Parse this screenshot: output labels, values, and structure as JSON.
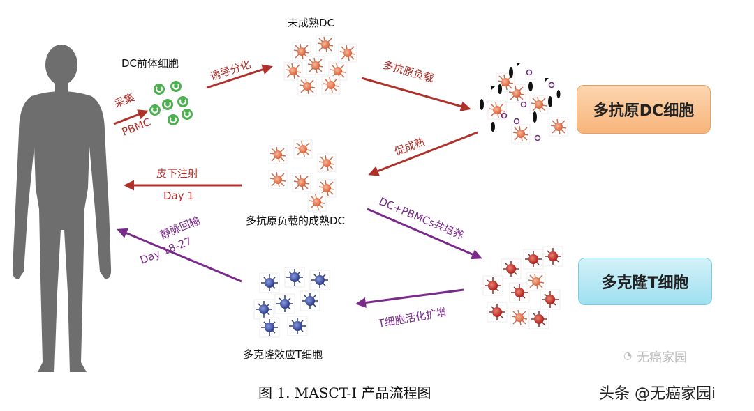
{
  "labels": {
    "dc_precursor": "DC前体细胞",
    "immature_dc": "未成熟DC",
    "mature_dc": "多抗原负载的成熟DC",
    "effector_t": "多克隆效应T细胞"
  },
  "arrows": {
    "collect_1": "采集",
    "collect_2": "PBMC",
    "induce": "诱导分化",
    "antigen_load": "多抗原负载",
    "mature": "促成熟",
    "inject_1": "皮下注射",
    "inject_2": "Day 1",
    "coculture": "DC+PBMCs共培养",
    "expand": "T细胞活化扩增",
    "infuse_1": "静脉回输",
    "infuse_2": "Day 18-27"
  },
  "boxes": {
    "multi_antigen_dc": "多抗原DC细胞",
    "polyclonal_t": "多克隆T细胞"
  },
  "caption": "图 1. MASCT-I 产品流程图",
  "watermark_faint": "无癌家园",
  "watermark": "头条 @无癌家园i",
  "colors": {
    "red_arrow": "#b0302a",
    "purple_arrow": "#7a2a8a",
    "silhouette": "#6e6e6e",
    "dc_cell": "#e8805a",
    "green_cell": "#4caf50",
    "t_cell_red": "#c0302a",
    "t_cell_blue": "#3c50a0"
  }
}
